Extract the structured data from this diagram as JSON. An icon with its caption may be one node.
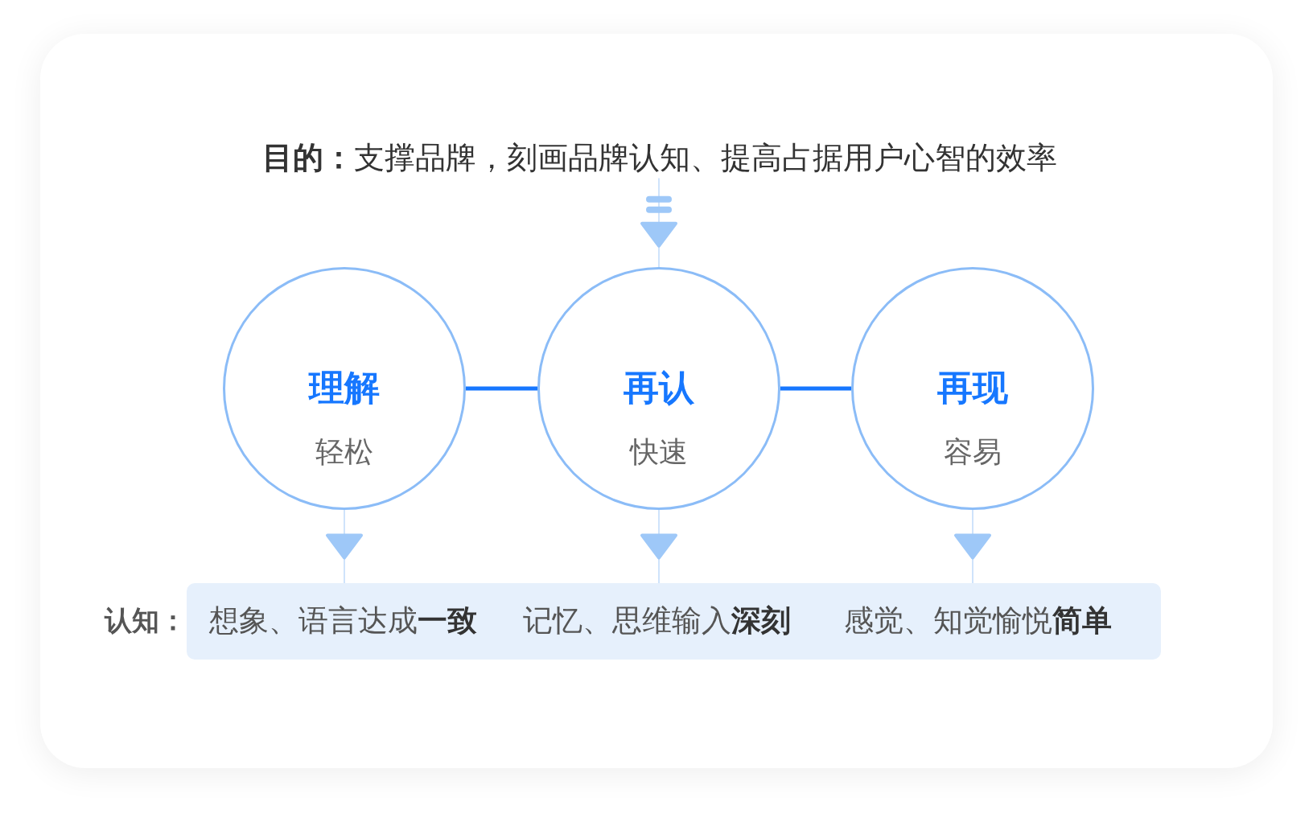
{
  "diagram": {
    "nodes": [
      {
        "text": [
          "**目的：**支撑品牌，刻画品牌认知、提高占据用户心智的效率"
        ]
      },
      {
        "text": [
          "理解",
          "轻松"
        ]
      },
      {
        "text": [
          "再认",
          "快速"
        ]
      },
      {
        "text": [
          "再现",
          "容易"
        ]
      },
      {
        "text": [
          "想象、语言达成**一致**",
          "记忆、思维输入**深刻**",
          "感觉、知觉愉悦**简单**"
        ],
        "beside": [
          "认知："
        ]
      }
    ],
    "edges": [
      {
        "from": 0,
        "to": 2,
        "arrow": "to"
      },
      {
        "from": 1,
        "to": 2,
        "arrow": "none",
        "style": "thick",
        "color": "#1677ff"
      },
      {
        "from": 2,
        "to": 3,
        "arrow": "none",
        "style": "thick",
        "color": "#1677ff"
      },
      {
        "from": 1,
        "to": 4,
        "arrow": "to"
      },
      {
        "from": 2,
        "to": 4,
        "arrow": "to"
      },
      {
        "from": 3,
        "to": 4,
        "arrow": "to"
      }
    ]
  }
}
